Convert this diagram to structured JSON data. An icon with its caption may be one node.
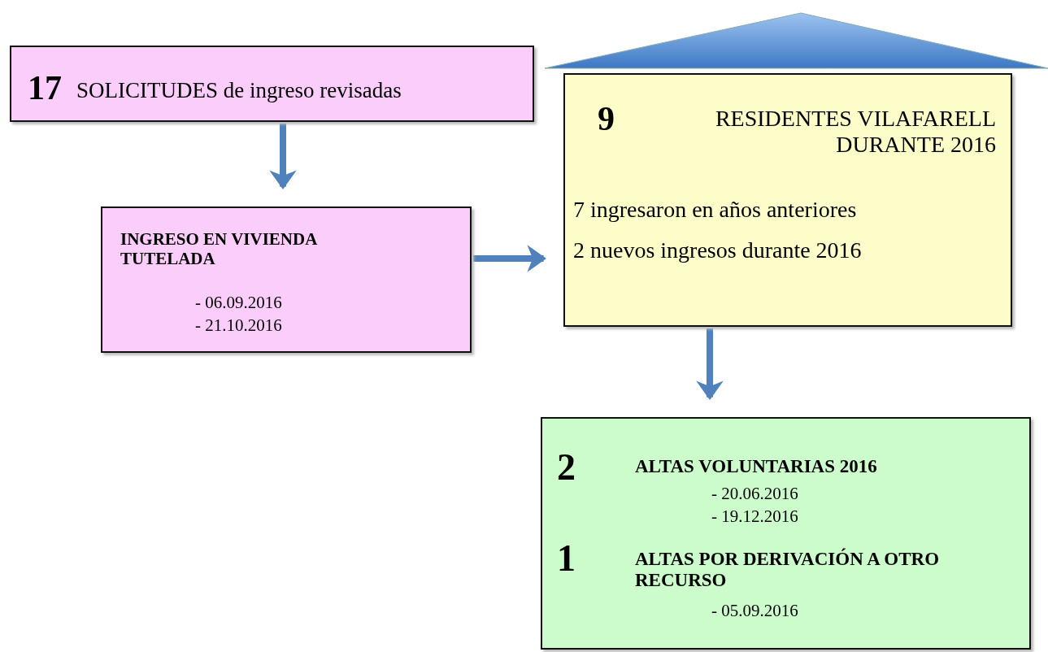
{
  "diagram": {
    "nodes": [
      {
        "text": [
          "17",
          "SOLICITUDES de ingreso revisadas"
        ]
      },
      {
        "text": [
          "INGRESO EN VIVIENDA TUTELADA",
          "- 06.09.2016",
          "- 21.10.2016"
        ]
      },
      {
        "text": [
          "9",
          "RESIDENTES VILAFARELL DURANTE 2016",
          "7 ingresaron en años anteriores",
          "2 nuevos ingresos durante 2016"
        ]
      },
      {
        "text": [
          "2",
          "ALTAS VOLUNTARIAS 2016",
          "- 20.06.2016",
          "- 19.12.2016",
          "1",
          "ALTAS POR DERIVACIÓN A OTRO RECURSO",
          "- 05.09.2016"
        ]
      }
    ],
    "edges": [
      {
        "from": 0,
        "to": 1,
        "arrow": "to"
      },
      {
        "from": 1,
        "to": 2,
        "arrow": "to"
      },
      {
        "from": 2,
        "to": 3,
        "arrow": "to"
      }
    ]
  }
}
